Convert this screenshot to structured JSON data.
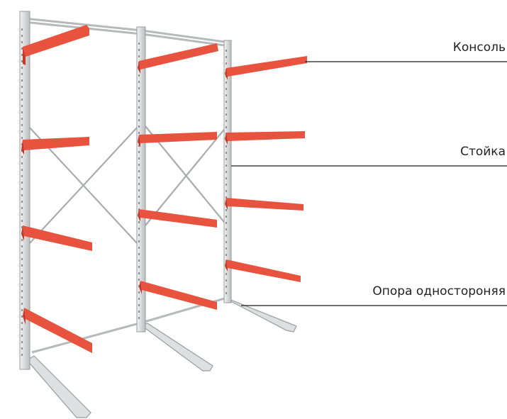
{
  "labels": {
    "console": "Консоль",
    "post": "Стойка",
    "base": "Опора одностороняя"
  },
  "colors": {
    "arm": "#e8533f",
    "arm_shade": "#c23a29",
    "steel": "#d9dadb",
    "steel_edge": "#9a9c9e",
    "leader": "#231f20"
  }
}
